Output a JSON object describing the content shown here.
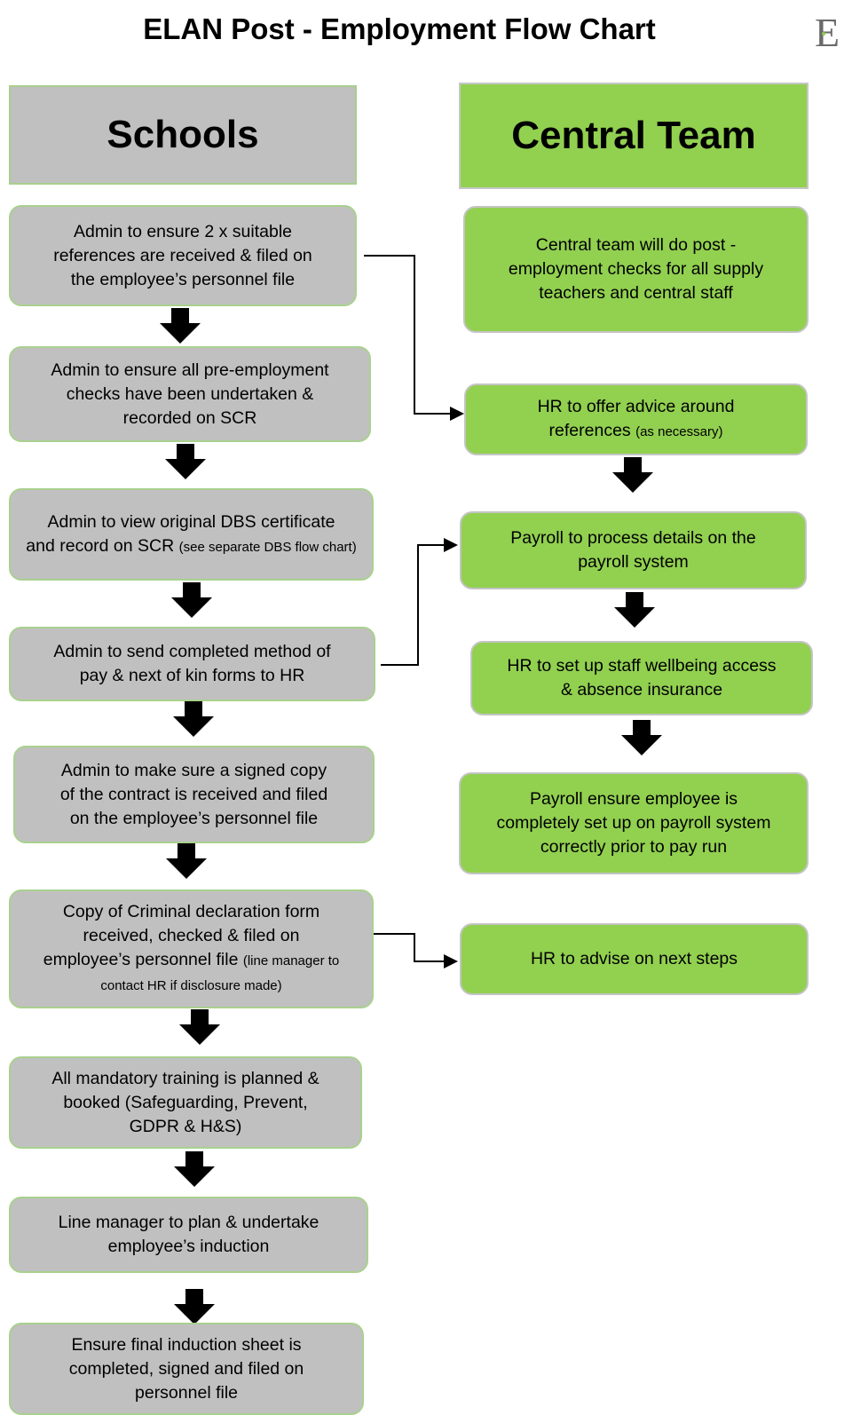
{
  "title": "ELAN Post - Employment Flow Chart",
  "logo": "E",
  "columns": {
    "schools": "Schools",
    "central": "Central Team"
  },
  "schools": [
    {
      "lines": [
        "Admin to ensure 2 x suitable",
        "references are received & filed on",
        "the employee’s personnel file"
      ]
    },
    {
      "lines": [
        "Admin to ensure all pre-employment",
        "checks have been undertaken &",
        "recorded on SCR"
      ]
    },
    {
      "lines": [
        "Admin to view original DBS certificate",
        "and record on SCR"
      ],
      "note": "(see separate DBS flow chart)"
    },
    {
      "lines": [
        "Admin to send completed method of",
        "pay & next of kin forms to HR"
      ]
    },
    {
      "lines": [
        "Admin to make sure a signed copy",
        "of the contract is received and filed",
        "on the employee’s personnel file"
      ]
    },
    {
      "lines": [
        "Copy of Criminal declaration form",
        "received, checked & filed on",
        "employee’s personnel file"
      ],
      "note": "(line manager to contact HR if disclosure made)"
    },
    {
      "lines": [
        "All mandatory training is planned &",
        "booked (Safeguarding, Prevent,",
        "GDPR & H&S)"
      ]
    },
    {
      "lines": [
        "Line manager to plan & undertake",
        "employee’s induction"
      ]
    },
    {
      "lines": [
        "Ensure final induction sheet is",
        "completed, signed and filed on",
        "personnel file"
      ]
    }
  ],
  "central": [
    {
      "lines": [
        "Central team will do post -",
        "employment checks for all supply",
        "teachers and central staff"
      ]
    },
    {
      "lines": [
        "HR to offer advice around",
        "references"
      ],
      "note": "(as necessary)"
    },
    {
      "lines": [
        "Payroll to process details on the",
        "payroll system"
      ]
    },
    {
      "lines": [
        "HR to set up staff wellbeing access",
        "& absence insurance"
      ]
    },
    {
      "lines": [
        "Payroll ensure employee is",
        "completely set up on payroll system",
        "correctly prior to pay run"
      ]
    },
    {
      "lines": [
        "HR to advise on next steps"
      ]
    }
  ],
  "colors": {
    "grey_box": "#c0c0c0",
    "green_box": "#92d050",
    "arrow": "#000000"
  }
}
